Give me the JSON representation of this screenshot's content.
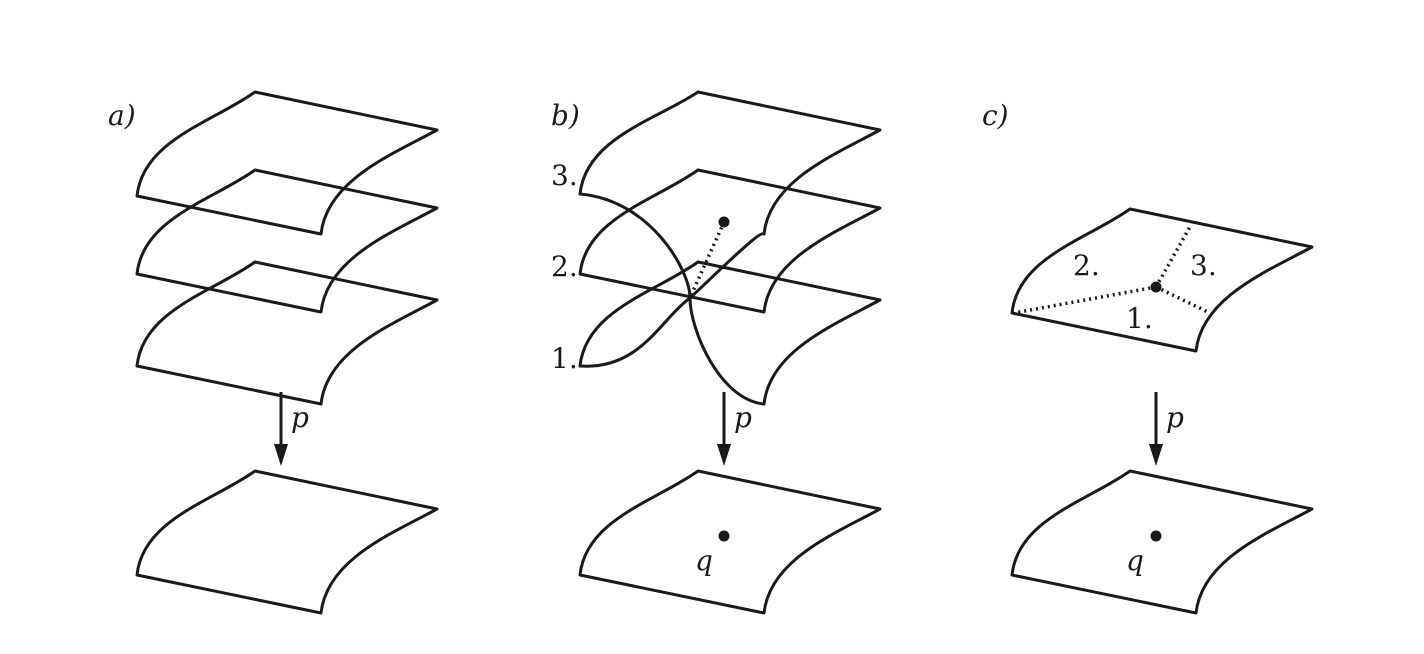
{
  "panels": [
    {
      "label": "a)",
      "map_label": "p"
    },
    {
      "label": "b)",
      "map_label": "p",
      "sheet_labels": [
        "3.",
        "2.",
        "1."
      ],
      "point_label": "q"
    },
    {
      "label": "c)",
      "map_label": "p",
      "region_labels": [
        "2.",
        "3.",
        "1."
      ],
      "point_label": "q"
    }
  ]
}
